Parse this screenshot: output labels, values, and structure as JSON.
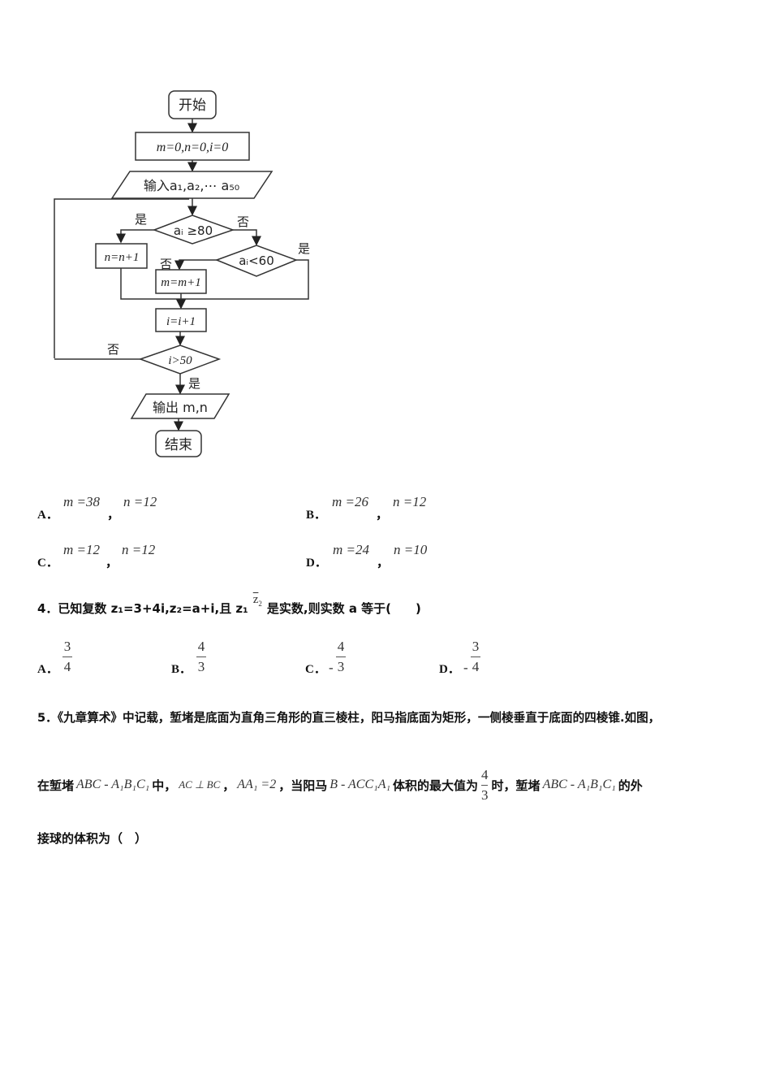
{
  "flowchart": {
    "start": "开始",
    "init": "m=0,n=0,i=0",
    "input": "输入a₁,a₂,⋯ a₅₀",
    "cond1": "aᵢ ≥80",
    "cond2": "aᵢ<60",
    "inc_n": "n=n+1",
    "inc_m": "m=m+1",
    "inc_i": "i=i+1",
    "cond3": "i>50",
    "output": "输出 m,n",
    "end": "结束",
    "yes": "是",
    "no": "否"
  },
  "q3_options": [
    {
      "letter": "A．",
      "m": "m =38",
      "n": "n =12"
    },
    {
      "letter": "B．",
      "m": "m =26",
      "n": "n =12"
    },
    {
      "letter": "C．",
      "m": "m =12",
      "n": "n =12"
    },
    {
      "letter": "D．",
      "m": "m =24",
      "n": "n =10"
    }
  ],
  "comma": "，",
  "q4": {
    "text1": "4．已知复数 z₁=3+4i,z₂=a+i,且 z₁",
    "conj": "z",
    "conj_sub": "2",
    "text2": "是实数,则实数 a 等于(　　)",
    "options": [
      {
        "letter": "A．",
        "sign": "",
        "num": "3",
        "den": "4"
      },
      {
        "letter": "B．",
        "sign": "",
        "num": "4",
        "den": "3"
      },
      {
        "letter": "C．",
        "sign": "-",
        "num": "4",
        "den": "3"
      },
      {
        "letter": "D．",
        "sign": "-",
        "num": "3",
        "den": "4"
      }
    ]
  },
  "q5": {
    "line1": "5．《九章算术》中记载，堑堵是底面为直角三角形的直三棱柱，阳马指底面为矩形，一侧棱垂直于底面的四棱锥.如图，",
    "p1": "在堑堵",
    "m1": "ABC - A₁B₁C₁",
    "p2": "中，",
    "m2": "AC ⊥ BC",
    "p3": "，",
    "m3": "AA₁ =2",
    "p4": "，当阳马",
    "m4": "B - ACC₁A₁",
    "p5": "体积的最大值为",
    "frac_num": "4",
    "frac_den": "3",
    "p6": "时，堑堵",
    "m5": "ABC - A₁B₁C₁",
    "p7": "的外",
    "line3": "接球的体积为（　）"
  }
}
